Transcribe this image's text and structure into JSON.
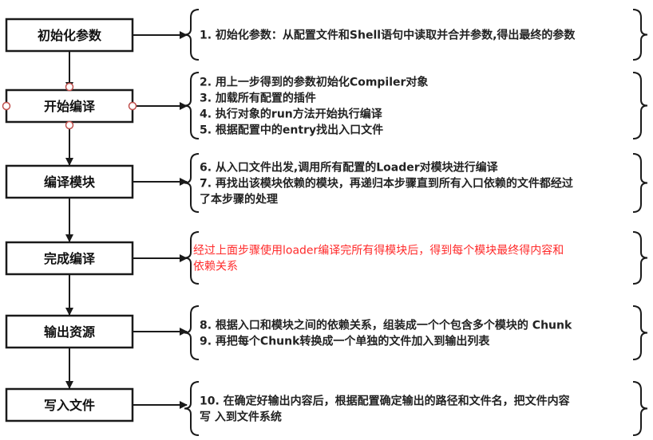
{
  "steps": [
    {
      "label": "初始化参数",
      "lines": [
        "1. 初始化参数：从配置文件和Shell语句中读取并合并参数,得出最终的参数"
      ],
      "red": false
    },
    {
      "label": "开始编译",
      "lines": [
        "2. 用上一步得到的参数初始化Compiler对象",
        "3. 加载所有配置的插件",
        "4. 执行对象的run方法开始执行编译",
        "5. 根据配置中的entry找出入口文件"
      ],
      "red": false
    },
    {
      "label": "编译模块",
      "lines": [
        "6. 从入口文件出发,调用所有配置的Loader对模块进行编译",
        "7. 再找出该模块依赖的模块，再递归本步骤直到所有入口依赖的文件都经过",
        "了本步骤的处理"
      ],
      "red": false
    },
    {
      "label": "完成编译",
      "lines": [
        " 经过上面步骤使用loader编译完所有得模块后，得到每个模块最终得内容和",
        "依赖关系"
      ],
      "red": true
    },
    {
      "label": "输出资源",
      "lines": [
        "8. 根据入口和模块之间的依赖关系，组装成一个个包含多个模块的 Chunk",
        "9. 再把每个Chunk转换成一个单独的文件加入到输出列表"
      ],
      "red": false
    },
    {
      "label": "写入文件",
      "lines": [
        " 10. 在确定好输出内容后，根据配置确定输出的路径和文件名，把文件内容",
        "写 入到文件系统"
      ],
      "red": false
    }
  ],
  "colors": {
    "stroke": "#1a1a1a",
    "red_text": "#ff2a2a",
    "handle": "#c0504d"
  }
}
